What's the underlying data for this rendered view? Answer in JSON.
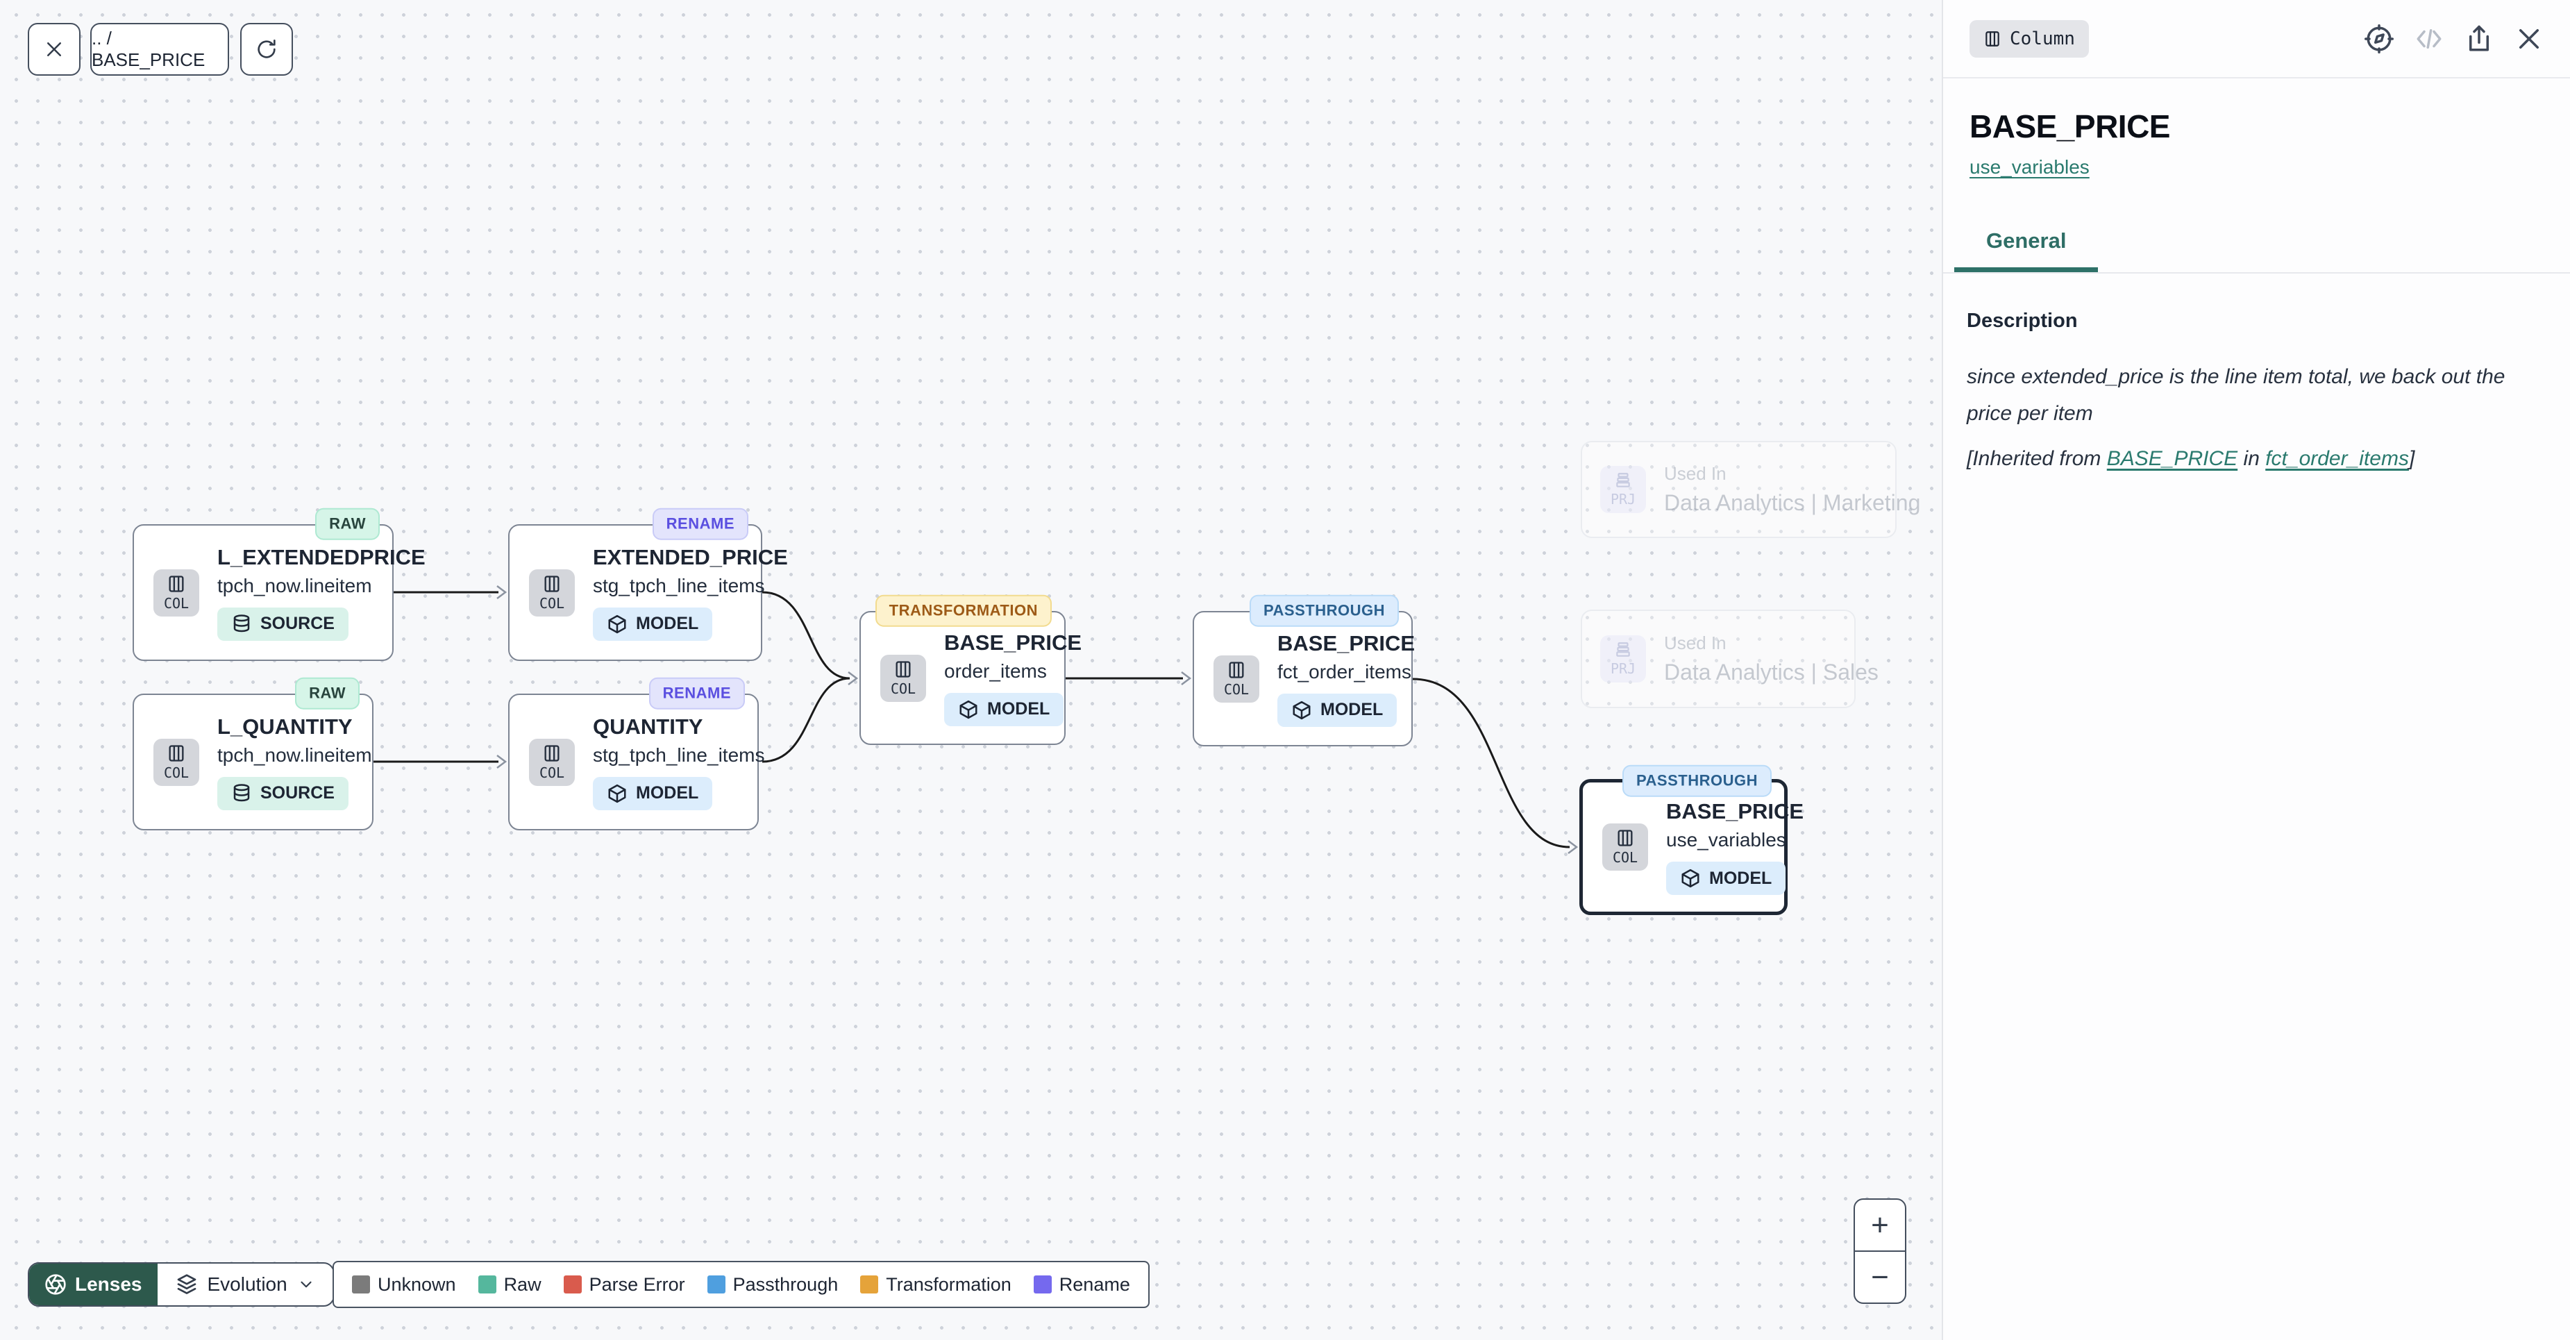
{
  "toolbar": {
    "breadcrumb": ".. / BASE_PRICE"
  },
  "canvas": {
    "nodes": [
      {
        "badge": "RAW",
        "title": "L_EXTENDEDPRICE",
        "subtitle": "tpch_now.lineitem",
        "kind": "SOURCE",
        "chip": "COL",
        "selected": false
      },
      {
        "badge": "RENAME",
        "title": "EXTENDED_PRICE",
        "subtitle": "stg_tpch_line_items",
        "kind": "MODEL",
        "chip": "COL",
        "selected": false
      },
      {
        "badge": "RAW",
        "title": "L_QUANTITY",
        "subtitle": "tpch_now.lineitem",
        "kind": "SOURCE",
        "chip": "COL",
        "selected": false
      },
      {
        "badge": "RENAME",
        "title": "QUANTITY",
        "subtitle": "stg_tpch_line_items",
        "kind": "MODEL",
        "chip": "COL",
        "selected": false
      },
      {
        "badge": "TRANSFORMATION",
        "title": "BASE_PRICE",
        "subtitle": "order_items",
        "kind": "MODEL",
        "chip": "COL",
        "selected": false
      },
      {
        "badge": "PASSTHROUGH",
        "title": "BASE_PRICE",
        "subtitle": "fct_order_items",
        "kind": "MODEL",
        "chip": "COL",
        "selected": false
      },
      {
        "badge": "PASSTHROUGH",
        "title": "BASE_PRICE",
        "subtitle": "use_variables",
        "kind": "MODEL",
        "chip": "COL",
        "selected": true
      }
    ],
    "used_in": [
      {
        "label": "Used In",
        "name": "Data Analytics | Marketing",
        "chip": "PRJ"
      },
      {
        "label": "Used In",
        "name": "Data Analytics | Sales",
        "chip": "PRJ"
      }
    ]
  },
  "lenses": {
    "label": "Lenses",
    "selected_lens": "Evolution"
  },
  "legend": [
    {
      "label": "Unknown",
      "color": "#7b7b7b"
    },
    {
      "label": "Raw",
      "color": "#55b79d"
    },
    {
      "label": "Parse Error",
      "color": "#d95b4d"
    },
    {
      "label": "Passthrough",
      "color": "#4f9fdf"
    },
    {
      "label": "Transformation",
      "color": "#e5a33a"
    },
    {
      "label": "Rename",
      "color": "#7569ee"
    }
  ],
  "zoom_controls": {
    "zoom_in": "+",
    "zoom_out": "−"
  },
  "panel": {
    "type_badge": "Column",
    "title": "BASE_PRICE",
    "subtitle_link": "use_variables",
    "tabs": [
      {
        "label": "General",
        "active": true
      }
    ],
    "description": {
      "heading": "Description",
      "body": "since extended_price is the line item total, we back out the price per item",
      "inherited_prefix": "[Inherited from ",
      "inherited_link_column": "BASE_PRICE",
      "inherited_middle": " in ",
      "inherited_link_model": "fct_order_items",
      "inherited_suffix": "]"
    }
  },
  "colors": {
    "accent_teal": "#2a7a6e",
    "lenses_green": "#2d594c",
    "edge": "#1a1a1a"
  }
}
